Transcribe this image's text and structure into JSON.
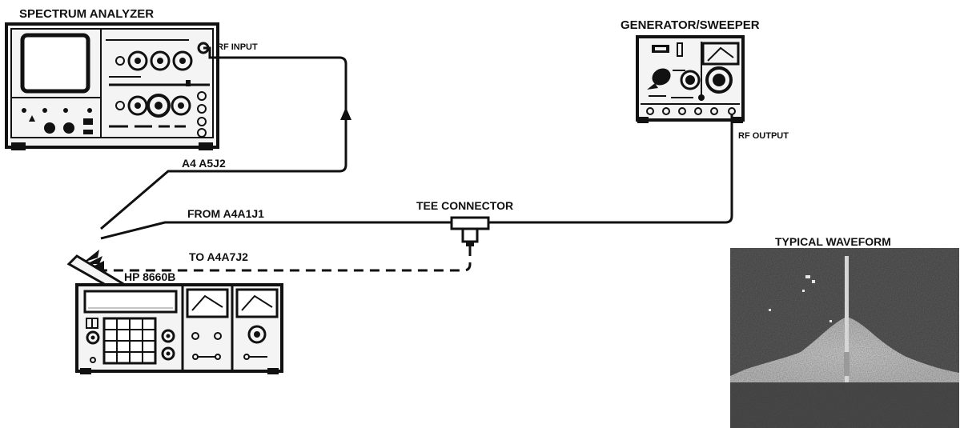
{
  "diagram": {
    "instruments": {
      "spectrum_analyzer": {
        "title": "SPECTRUM ANALYZER"
      },
      "generator_sweeper": {
        "title": "GENERATOR/SWEEPER"
      },
      "hp_8660b": {
        "title": "HP 8660B"
      }
    },
    "ports": {
      "rf_input": "RF INPUT",
      "rf_output": "RF OUTPUT"
    },
    "connections": {
      "a4a5j2": "A4 A5J2",
      "from_a4a1j1": "FROM A4A1J1",
      "to_a4a7j2": "TO A4A7J2",
      "tee_connector": "TEE CONNECTOR"
    },
    "waveform": {
      "title": "TYPICAL WAVEFORM"
    },
    "colors": {
      "ink": "#111111",
      "screen": "#6e6e6e",
      "panel": "#f4f4f4"
    }
  }
}
